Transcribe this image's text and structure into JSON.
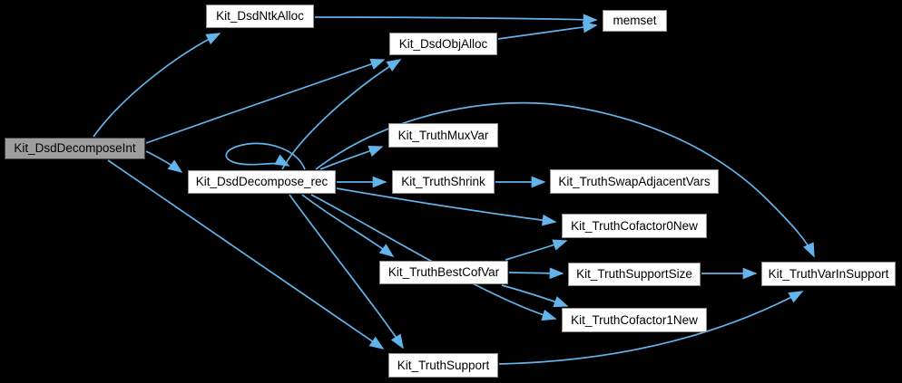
{
  "diagram": {
    "type": "call-graph",
    "colors": {
      "background": "#000000",
      "edge": "#63b4eb",
      "node_fill": "#ffffff",
      "node_border": "#8f8f8f",
      "highlight_fill": "#9e9e9e",
      "highlight_border": "#474747",
      "text": "#000000"
    },
    "nodes": {
      "decompose_int": {
        "label": "Kit_DsdDecomposeInt",
        "highlighted": true
      },
      "ntk_alloc": {
        "label": "Kit_DsdNtkAlloc",
        "highlighted": false
      },
      "obj_alloc": {
        "label": "Kit_DsdObjAlloc",
        "highlighted": false
      },
      "memset": {
        "label": "memset",
        "highlighted": false
      },
      "decompose_rec": {
        "label": "Kit_DsdDecompose_rec",
        "highlighted": false
      },
      "mux_var": {
        "label": "Kit_TruthMuxVar",
        "highlighted": false
      },
      "shrink": {
        "label": "Kit_TruthShrink",
        "highlighted": false
      },
      "swap_adjacent": {
        "label": "Kit_TruthSwapAdjacentVars",
        "highlighted": false
      },
      "cofactor0": {
        "label": "Kit_TruthCofactor0New",
        "highlighted": false
      },
      "best_cof_var": {
        "label": "Kit_TruthBestCofVar",
        "highlighted": false
      },
      "support_size": {
        "label": "Kit_TruthSupportSize",
        "highlighted": false
      },
      "var_in_support": {
        "label": "Kit_TruthVarInSupport",
        "highlighted": false
      },
      "cofactor1": {
        "label": "Kit_TruthCofactor1New",
        "highlighted": false
      },
      "support": {
        "label": "Kit_TruthSupport",
        "highlighted": false
      }
    },
    "edges": [
      {
        "from": "Kit_DsdDecomposeInt",
        "to": "Kit_DsdNtkAlloc"
      },
      {
        "from": "Kit_DsdDecomposeInt",
        "to": "Kit_DsdObjAlloc"
      },
      {
        "from": "Kit_DsdDecomposeInt",
        "to": "Kit_DsdDecompose_rec"
      },
      {
        "from": "Kit_DsdDecomposeInt",
        "to": "Kit_TruthSupport"
      },
      {
        "from": "Kit_DsdNtkAlloc",
        "to": "memset"
      },
      {
        "from": "Kit_DsdObjAlloc",
        "to": "memset"
      },
      {
        "from": "Kit_DsdDecompose_rec",
        "to": "Kit_DsdDecompose_rec"
      },
      {
        "from": "Kit_DsdDecompose_rec",
        "to": "Kit_DsdObjAlloc"
      },
      {
        "from": "Kit_DsdDecompose_rec",
        "to": "Kit_TruthMuxVar"
      },
      {
        "from": "Kit_DsdDecompose_rec",
        "to": "Kit_TruthShrink"
      },
      {
        "from": "Kit_DsdDecompose_rec",
        "to": "Kit_TruthCofactor0New"
      },
      {
        "from": "Kit_DsdDecompose_rec",
        "to": "Kit_TruthBestCofVar"
      },
      {
        "from": "Kit_DsdDecompose_rec",
        "to": "Kit_TruthCofactor1New"
      },
      {
        "from": "Kit_DsdDecompose_rec",
        "to": "Kit_TruthSupport"
      },
      {
        "from": "Kit_DsdDecompose_rec",
        "to": "Kit_TruthVarInSupport"
      },
      {
        "from": "Kit_TruthShrink",
        "to": "Kit_TruthSwapAdjacentVars"
      },
      {
        "from": "Kit_TruthBestCofVar",
        "to": "Kit_TruthCofactor0New"
      },
      {
        "from": "Kit_TruthBestCofVar",
        "to": "Kit_TruthSupportSize"
      },
      {
        "from": "Kit_TruthBestCofVar",
        "to": "Kit_TruthCofactor1New"
      },
      {
        "from": "Kit_TruthSupportSize",
        "to": "Kit_TruthVarInSupport"
      },
      {
        "from": "Kit_TruthSupport",
        "to": "Kit_TruthVarInSupport"
      }
    ]
  }
}
